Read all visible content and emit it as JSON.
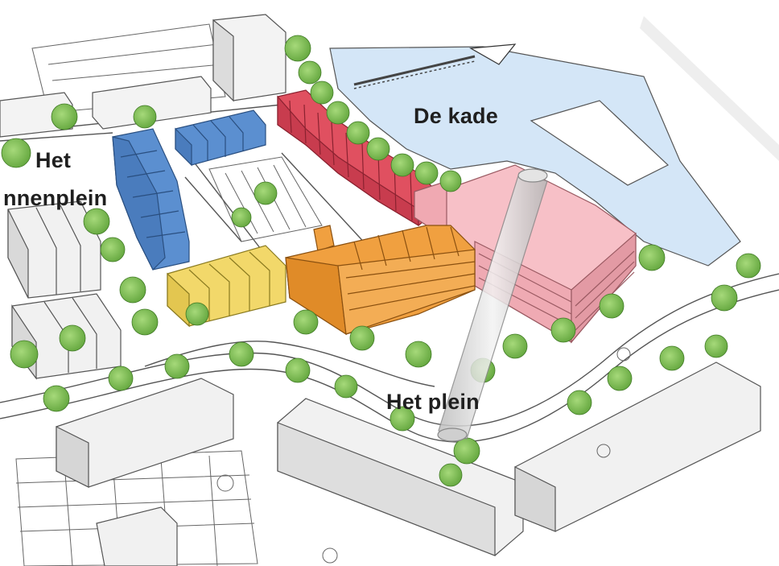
{
  "labels": {
    "de_kade": "De kade",
    "binnenplein_line1": "Het",
    "binnenplein_line2": "nnenplein",
    "het_plein": "Het plein"
  },
  "colors": {
    "water": "#d4e6f7",
    "ground": "#ffffff",
    "line": "#555555",
    "building_white": "#f1f1f1",
    "blue": "#5b8fd0",
    "red": "#e05060",
    "orange": "#f0a040",
    "yellow": "#f2d86a",
    "pink": "#f5b8c0",
    "tree": "#7bbf4e",
    "tower": "#d8d8d8"
  }
}
